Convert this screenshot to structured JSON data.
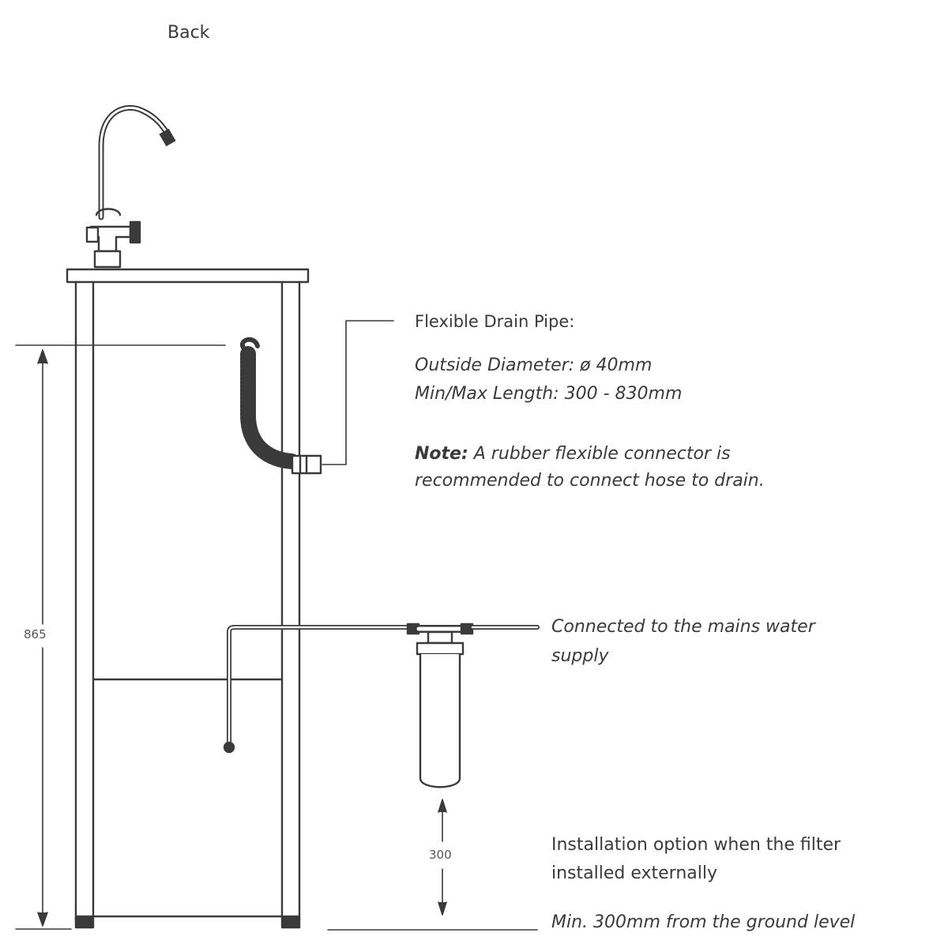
{
  "view_title": "Back",
  "drain_pipe": {
    "heading": "Flexible Drain Pipe:",
    "diameter": "Outside Diameter: ø 40mm",
    "length": "Min/Max Length: 300 - 830mm",
    "note_label": "Note:",
    "note_line1": " A rubber flexible connector is",
    "note_line2": "recommended to connect hose to drain."
  },
  "mains": {
    "line1": "Connected to the mains water",
    "line2": "supply"
  },
  "installation": {
    "line1": "Installation option when the filter",
    "line2": "installed externally",
    "ground_note": "Min. 300mm from the ground level"
  },
  "dimensions": {
    "height": "865",
    "clearance": "300"
  },
  "colors": {
    "line": "#3a3a3a",
    "text": "#3a3a3a"
  }
}
